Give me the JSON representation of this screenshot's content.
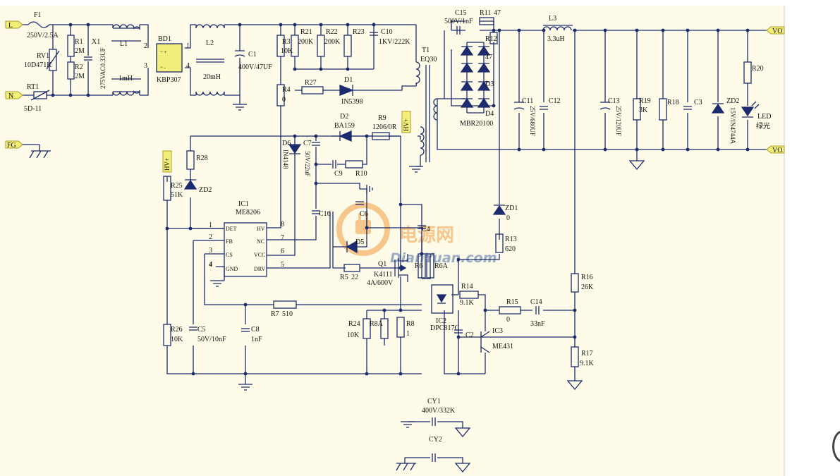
{
  "colors": {
    "paper": "#fefce9",
    "wire": "#1c2a6e",
    "net": "#8a8a8a",
    "tag_fill": "#f2ee7a",
    "tag_edge": "#b09a2a",
    "text": "#111111",
    "watermark_orange": "#f19a3e",
    "watermark_blue": "#4a6ea8"
  },
  "watermark": {
    "cn": "电源网",
    "en": "DianYuan.com"
  },
  "ports": {
    "L": "L",
    "N": "N",
    "FG": "FG",
    "VO_pos": "VO",
    "VO_neg": "VO",
    "HV": "HV+"
  },
  "labels": [
    {
      "id": "F1",
      "text": "F1"
    },
    {
      "id": "F1_val",
      "text": "250V/2.5A"
    },
    {
      "id": "RV1",
      "text": "RV1"
    },
    {
      "id": "RV1_val",
      "text": "10D471K"
    },
    {
      "id": "RT1",
      "text": "RT1"
    },
    {
      "id": "RT1_val",
      "text": "5D-11"
    },
    {
      "id": "R1",
      "text": "R1"
    },
    {
      "id": "R1_val",
      "text": "2M"
    },
    {
      "id": "R2",
      "text": "R2"
    },
    {
      "id": "R2_val",
      "text": "2M"
    },
    {
      "id": "X1",
      "text": "X1"
    },
    {
      "id": "X1_val",
      "text": "275VAC0.33UF"
    },
    {
      "id": "L1",
      "text": "L1"
    },
    {
      "id": "L1_val",
      "text": "1mH"
    },
    {
      "id": "BD1",
      "text": "BD1"
    },
    {
      "id": "BD1_val",
      "text": "KBP307"
    },
    {
      "id": "BD1_p2",
      "text": "2"
    },
    {
      "id": "BD1_p1",
      "text": "1"
    },
    {
      "id": "BD1_p3",
      "text": "3"
    },
    {
      "id": "BD1_p4",
      "text": "4"
    },
    {
      "id": "L2",
      "text": "L2"
    },
    {
      "id": "L2_val",
      "text": "20mH"
    },
    {
      "id": "C1",
      "text": "C1"
    },
    {
      "id": "C1_val",
      "text": "400V/47UF"
    },
    {
      "id": "R3",
      "text": "R3"
    },
    {
      "id": "R3_val",
      "text": "10K"
    },
    {
      "id": "R4",
      "text": "R4"
    },
    {
      "id": "R4_val",
      "text": "0"
    },
    {
      "id": "R21",
      "text": "R21"
    },
    {
      "id": "R21_val",
      "text": "200K"
    },
    {
      "id": "R22",
      "text": "R22"
    },
    {
      "id": "R22_val",
      "text": "200K"
    },
    {
      "id": "R23",
      "text": "R23"
    },
    {
      "id": "C10",
      "text": "C10"
    },
    {
      "id": "C10_val",
      "text": "1KV/222K"
    },
    {
      "id": "R27",
      "text": "R27"
    },
    {
      "id": "D1",
      "text": "D1"
    },
    {
      "id": "D1_val",
      "text": "IN5398"
    },
    {
      "id": "T1",
      "text": "T1"
    },
    {
      "id": "T1_val",
      "text": "EQ30"
    },
    {
      "id": "C15",
      "text": "C15"
    },
    {
      "id": "C15_val",
      "text": "500V/1nF"
    },
    {
      "id": "R11",
      "text": "R11"
    },
    {
      "id": "R11_val",
      "text": "47"
    },
    {
      "id": "R12",
      "text": "R12"
    },
    {
      "id": "R12_val",
      "text": "47"
    },
    {
      "id": "D3",
      "text": "D3"
    },
    {
      "id": "D4",
      "text": "D4"
    },
    {
      "id": "D4_val",
      "text": "MBR20100"
    },
    {
      "id": "L3",
      "text": "L3"
    },
    {
      "id": "L3_val",
      "text": "3.3uH"
    },
    {
      "id": "C11",
      "text": "C11"
    },
    {
      "id": "C11_val",
      "text": "25V/680UF"
    },
    {
      "id": "C12",
      "text": "C12"
    },
    {
      "id": "C13",
      "text": "C13"
    },
    {
      "id": "C13_val",
      "text": "25V/120UF"
    },
    {
      "id": "R19",
      "text": "R19"
    },
    {
      "id": "R19_val",
      "text": "3K"
    },
    {
      "id": "R18",
      "text": "R18"
    },
    {
      "id": "C3",
      "text": "C3"
    },
    {
      "id": "ZD2b",
      "text": "ZD2"
    },
    {
      "id": "ZD2b_val",
      "text": "15V/IN4744A"
    },
    {
      "id": "R20",
      "text": "R20"
    },
    {
      "id": "LED",
      "text": "LED"
    },
    {
      "id": "LED_val",
      "text": "绿光"
    },
    {
      "id": "D6",
      "text": "D6"
    },
    {
      "id": "D6_val",
      "text": "IN4148"
    },
    {
      "id": "C7",
      "text": "C7"
    },
    {
      "id": "C7_val",
      "text": "50V/22uF"
    },
    {
      "id": "D2",
      "text": "D2"
    },
    {
      "id": "D2_val",
      "text": "BA159"
    },
    {
      "id": "R9",
      "text": "R9"
    },
    {
      "id": "R9_val",
      "text": "1206/0R"
    },
    {
      "id": "C9",
      "text": "C9"
    },
    {
      "id": "R10",
      "text": "R10"
    },
    {
      "id": "R28",
      "text": "R28"
    },
    {
      "id": "R25",
      "text": "R25"
    },
    {
      "id": "R25_val",
      "text": "51K"
    },
    {
      "id": "ZD2a",
      "text": "ZD2"
    },
    {
      "id": "IC1",
      "text": "IC1"
    },
    {
      "id": "IC1_val",
      "text": "ME8206"
    },
    {
      "id": "pin_DET",
      "text": "DET"
    },
    {
      "id": "pin_FB",
      "text": "FB"
    },
    {
      "id": "pin_CS",
      "text": "CS"
    },
    {
      "id": "pin_GND",
      "text": "GND"
    },
    {
      "id": "pin_HV",
      "text": "HV"
    },
    {
      "id": "pin_NC",
      "text": "NC"
    },
    {
      "id": "pin_VCC",
      "text": "VCC"
    },
    {
      "id": "pin_DRV",
      "text": "DRV"
    },
    {
      "id": "pn1",
      "text": "1"
    },
    {
      "id": "pn2",
      "text": "2"
    },
    {
      "id": "pn3",
      "text": "3"
    },
    {
      "id": "pn4",
      "text": "4"
    },
    {
      "id": "pn5",
      "text": "5"
    },
    {
      "id": "pn6",
      "text": "6"
    },
    {
      "id": "pn7",
      "text": "7"
    },
    {
      "id": "pn8",
      "text": "8"
    },
    {
      "id": "C16",
      "text": "C16"
    },
    {
      "id": "C6",
      "text": "C6"
    },
    {
      "id": "C4",
      "text": "C4"
    },
    {
      "id": "D5",
      "text": "D5"
    },
    {
      "id": "R5",
      "text": "R5"
    },
    {
      "id": "R5_val",
      "text": "22"
    },
    {
      "id": "Q1",
      "text": "Q1"
    },
    {
      "id": "Q1_val",
      "text": "K4111"
    },
    {
      "id": "Q1_val2",
      "text": "4A/600V"
    },
    {
      "id": "R6",
      "text": "R6"
    },
    {
      "id": "R6A",
      "text": "R6A"
    },
    {
      "id": "ZD1",
      "text": "ZD1"
    },
    {
      "id": "ZD1_val",
      "text": "0"
    },
    {
      "id": "R13",
      "text": "R13"
    },
    {
      "id": "R13_val",
      "text": "620"
    },
    {
      "id": "R14",
      "text": "R14"
    },
    {
      "id": "R14_val",
      "text": "9.1K"
    },
    {
      "id": "R15",
      "text": "R15"
    },
    {
      "id": "R15_val",
      "text": "0"
    },
    {
      "id": "C14",
      "text": "C14"
    },
    {
      "id": "C14_val",
      "text": "33nF"
    },
    {
      "id": "R16",
      "text": "R16"
    },
    {
      "id": "R16_val",
      "text": "26K"
    },
    {
      "id": "R17",
      "text": "R17"
    },
    {
      "id": "R17_val",
      "text": "9.1K"
    },
    {
      "id": "IC2",
      "text": "IC2"
    },
    {
      "id": "IC2_val",
      "text": "DPC817C"
    },
    {
      "id": "IC3",
      "text": "IC3"
    },
    {
      "id": "IC3_val",
      "text": "ME431"
    },
    {
      "id": "C2",
      "text": "C2"
    },
    {
      "id": "R7",
      "text": "R7"
    },
    {
      "id": "R7_val",
      "text": "510"
    },
    {
      "id": "R24",
      "text": "R24"
    },
    {
      "id": "R24_val",
      "text": "10K"
    },
    {
      "id": "R8A",
      "text": "R8A"
    },
    {
      "id": "R8",
      "text": "R8"
    },
    {
      "id": "R8_val",
      "text": "1"
    },
    {
      "id": "R26",
      "text": "R26"
    },
    {
      "id": "R26_val",
      "text": "10K"
    },
    {
      "id": "C5",
      "text": "C5"
    },
    {
      "id": "C5_val",
      "text": "50V/10nF"
    },
    {
      "id": "C8",
      "text": "C8"
    },
    {
      "id": "C8_val",
      "text": "1nF"
    },
    {
      "id": "CY1",
      "text": "CY1"
    },
    {
      "id": "CY1_val",
      "text": "400V/332K"
    },
    {
      "id": "CY2",
      "text": "CY2"
    }
  ]
}
